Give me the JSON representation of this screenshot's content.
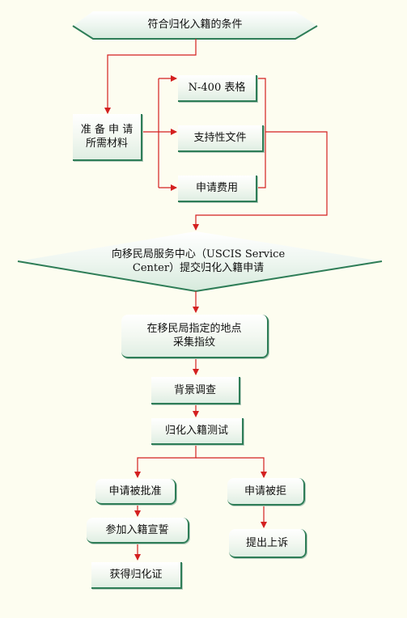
{
  "nodes": {
    "start": "符合归化入籍的条件",
    "prepare_line1": "准 备 申 请",
    "prepare_line2": "所需材料",
    "form_n400": "N-400 表格",
    "supporting_docs": "支持性文件",
    "fee": "申请费用",
    "submit_line1": "向移民局服务中心（USCIS Service",
    "submit_line2": "Center）提交归化入籍申请",
    "fingerprint_line1": "在移民局指定的地点",
    "fingerprint_line2": "采集指纹",
    "background_check": "背景调查",
    "naturalization_test": "归化入籍测试",
    "approved": "申请被批准",
    "rejected": "申请被拒",
    "oath": "参加入籍宣誓",
    "citizenship": "获得归化证",
    "appeal": "提出上诉"
  },
  "colors": {
    "connector": "#d42020",
    "box_border": "#2e7d57",
    "background": "#fdfdf0"
  }
}
